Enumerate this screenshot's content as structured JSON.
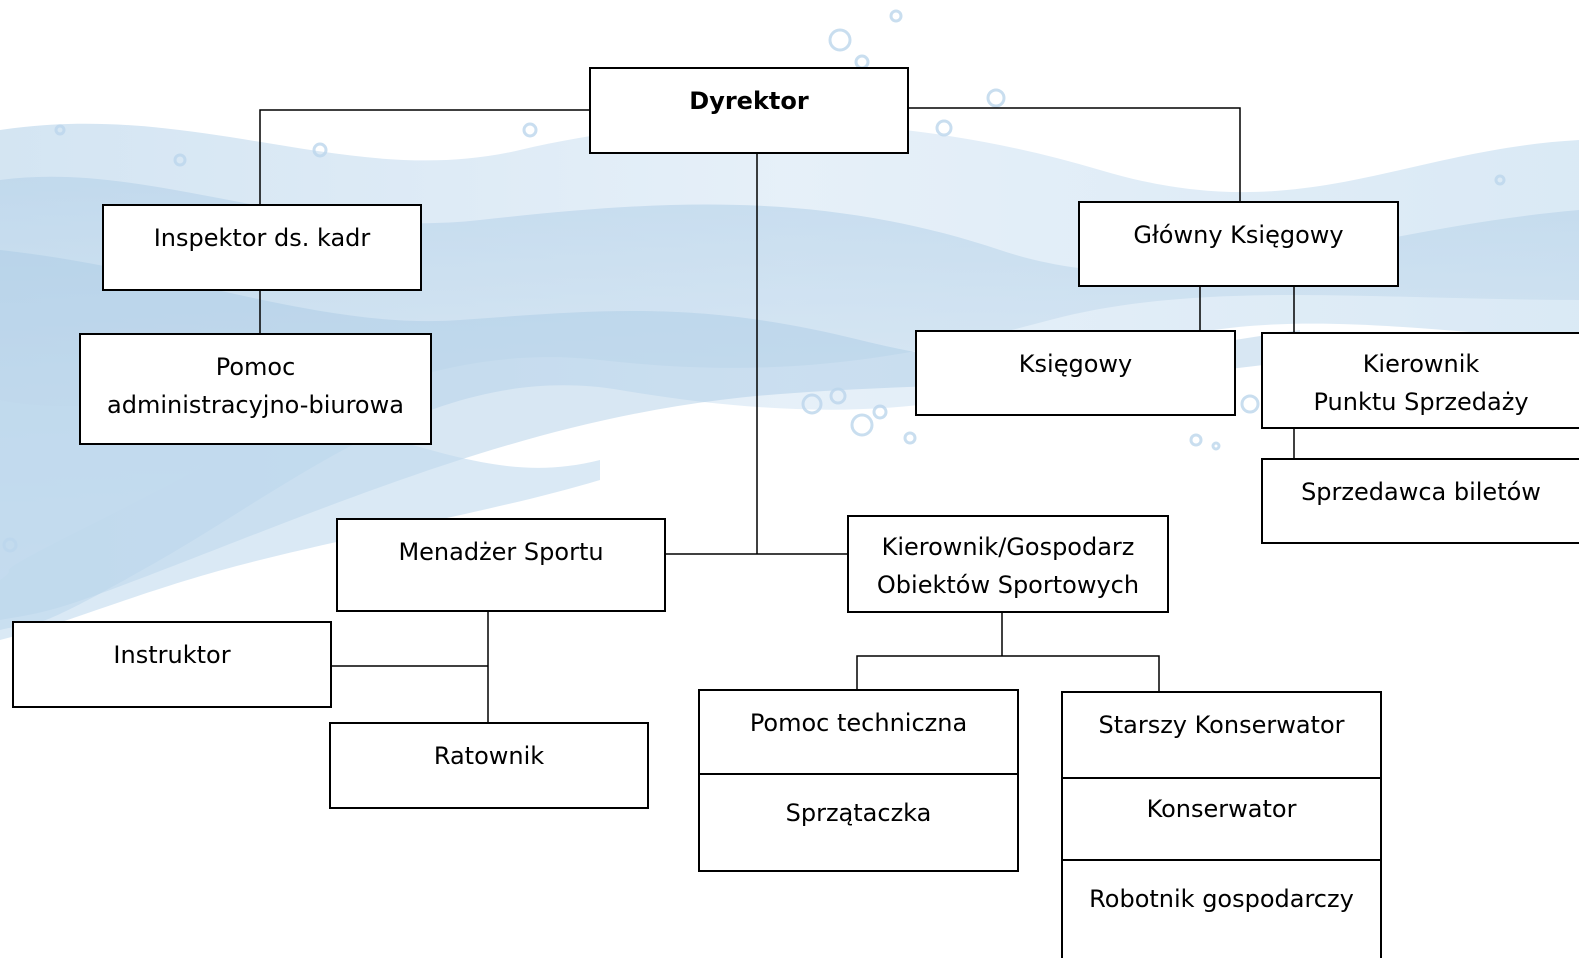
{
  "nodes": {
    "dyrektor": "Dyrektor",
    "inspektor": "Inspektor ds. kadr",
    "pomoc_admin_1": "Pomoc",
    "pomoc_admin_2": "administracyjno-biurowa",
    "glowny_ksiegowy": "Główny Księgowy",
    "ksiegowy": "Księgowy",
    "kierownik_ps_1": "Kierownik",
    "kierownik_ps_2": "Punktu Sprzedaży",
    "sprzedawca": "Sprzedawca biletów",
    "menadzer": "Menadżer Sportu",
    "kierownik_gosp_1": "Kierownik/Gospodarz",
    "kierownik_gosp_2": "Obiektów Sportowych",
    "instruktor": "Instruktor",
    "ratownik": "Ratownik",
    "pomoc_tech": "Pomoc techniczna",
    "sprzataczka": "Sprzątaczka",
    "starszy_konserwator": "Starszy Konserwator",
    "konserwator": "Konserwator",
    "robotnik": "Robotnik gospodarczy"
  }
}
